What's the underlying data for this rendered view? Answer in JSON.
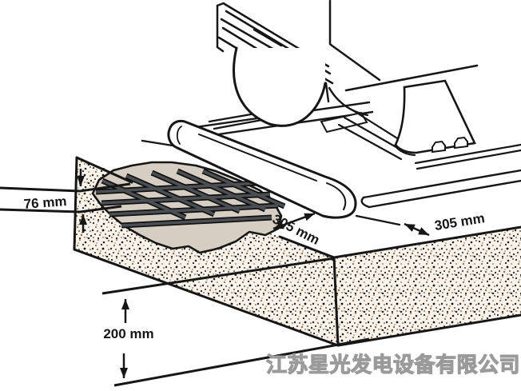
{
  "illustration": {
    "subject": "engine-generator-skid-on-reinforced-concrete-mounting-pad",
    "watermark": "江苏星光发电设备有限公司",
    "dimensions": {
      "rebar_depth_label": "76 mm",
      "pad_margin_center_label": "305 mm",
      "pad_margin_right_label": "305 mm",
      "pad_thickness_label": "200 mm"
    },
    "colors": {
      "ink": "#161616",
      "cutaway_fill": "#d6cec2",
      "rebar_gray": "#4b4f53",
      "concrete_face": "#f8f3ea",
      "stipple_dark": "#2a211a",
      "stipple_warm": "#8a5a30",
      "watermark_gray": "#9a9a9a",
      "paper": "#ffffff"
    }
  }
}
